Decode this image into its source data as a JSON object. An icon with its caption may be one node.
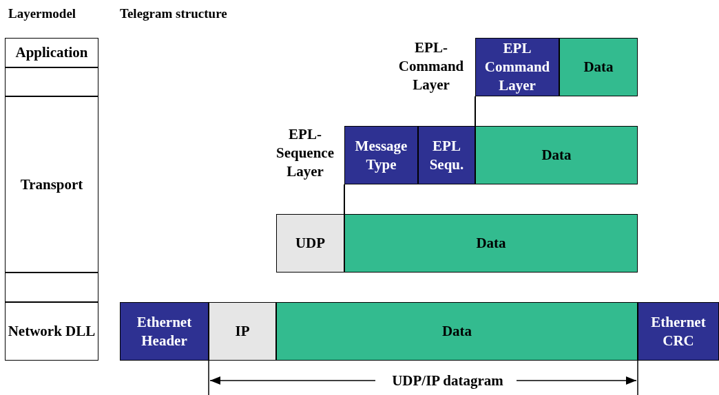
{
  "diagram": {
    "nodes": [
      {
        "text": [
          "Application"
        ]
      },
      {
        "text": [],
        "shape": "box"
      },
      {
        "text": [
          "Transport"
        ]
      },
      {
        "text": [],
        "shape": "box"
      },
      {
        "text": [
          "Network DLL"
        ]
      },
      {
        "text": [
          "EPL Command Layer"
        ]
      },
      {
        "text": [
          "Data"
        ]
      },
      {
        "text": [
          "Message Type"
        ]
      },
      {
        "text": [
          "EPL Sequ."
        ]
      },
      {
        "text": [
          "Data"
        ]
      },
      {
        "text": [
          "UDP"
        ]
      },
      {
        "text": [
          "Data"
        ]
      },
      {
        "text": [
          "Ethernet Header"
        ]
      },
      {
        "text": [
          "IP"
        ]
      },
      {
        "text": [
          "Data"
        ]
      },
      {
        "text": [
          "Ethernet CRC"
        ]
      }
    ],
    "edges": [
      {
        "from": 5,
        "to": 9,
        "arrow": "none"
      },
      {
        "from": 7,
        "to": 11,
        "arrow": "none"
      }
    ],
    "labels": [
      "Layermodel",
      "Telegram structure",
      "EPL- Command Layer",
      "EPL- Sequence Layer",
      "UDP/IP datagram"
    ]
  }
}
